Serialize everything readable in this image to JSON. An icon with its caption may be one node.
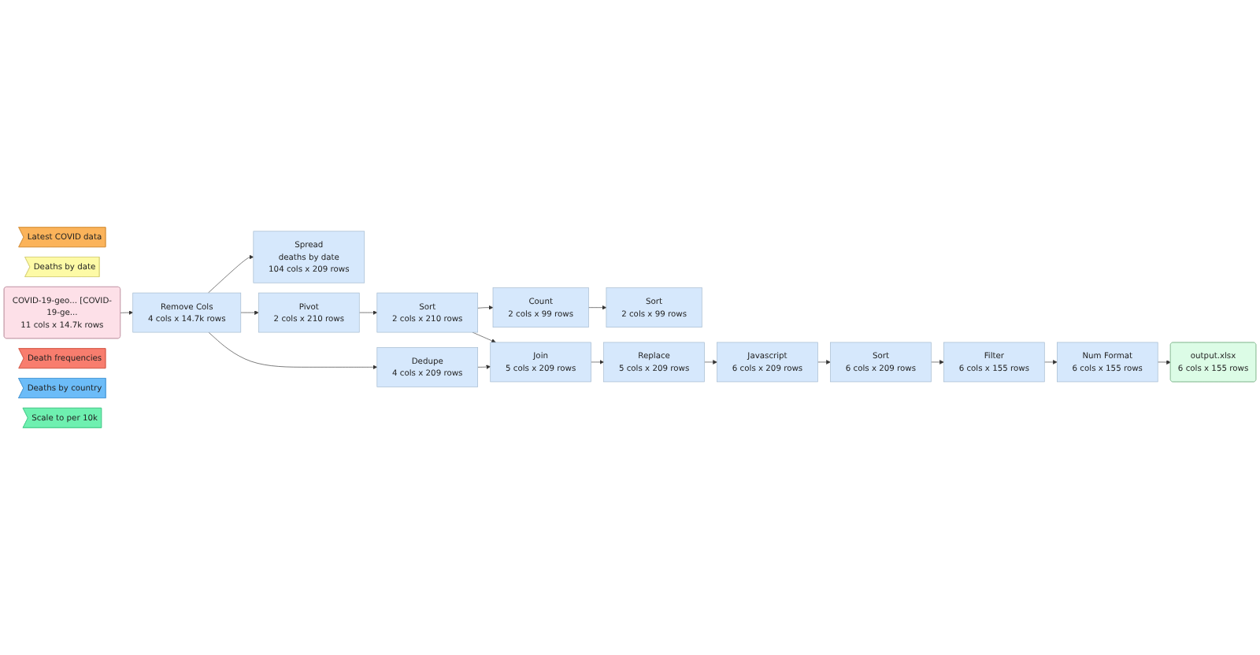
{
  "diagram": {
    "nodes": [
      {
        "text": [
          "Latest COVID data"
        ]
      },
      {
        "text": [
          "Deaths by date"
        ]
      },
      {
        "text": [
          "COVID-19-geo... [COVID-19-ge...",
          "11 cols x 14.7k rows"
        ]
      },
      {
        "text": [
          "Remove Cols",
          "4 cols x 14.7k rows"
        ]
      },
      {
        "text": [
          "Spread",
          "deaths by date",
          "104 cols x 209 rows"
        ]
      },
      {
        "text": [
          "Pivot",
          "2 cols x 210 rows"
        ]
      },
      {
        "text": [
          "Sort",
          "2 cols x 210 rows"
        ]
      },
      {
        "text": [
          "Count",
          "2 cols x 99 rows"
        ]
      },
      {
        "text": [
          "Sort",
          "2 cols x 99 rows"
        ]
      },
      {
        "text": [
          "Death frequencies"
        ]
      },
      {
        "text": [
          "Dedupe",
          "4 cols x 209 rows"
        ]
      },
      {
        "text": [
          "Join",
          "5 cols x 209 rows"
        ]
      },
      {
        "text": [
          "Replace",
          "5 cols x 209 rows"
        ]
      },
      {
        "text": [
          "Javascript",
          "6 cols x 209 rows"
        ]
      },
      {
        "text": [
          "Sort",
          "6 cols x 209 rows"
        ]
      },
      {
        "text": [
          "Filter",
          "6 cols x 155 rows"
        ]
      },
      {
        "text": [
          "Num Format",
          "6 cols x 155 rows"
        ]
      },
      {
        "text": [
          "output.xlsx",
          "6 cols x 155 rows"
        ]
      },
      {
        "text": [
          "Deaths by country"
        ]
      },
      {
        "text": [
          "Scale to per 10k"
        ]
      }
    ],
    "edges": [
      {
        "from": 2,
        "to": 3,
        "arrow": "to"
      },
      {
        "from": 3,
        "to": 4,
        "arrow": "to"
      },
      {
        "from": 3,
        "to": 5,
        "arrow": "to"
      },
      {
        "from": 3,
        "to": 10,
        "arrow": "to"
      },
      {
        "from": 5,
        "to": 6,
        "arrow": "to"
      },
      {
        "from": 6,
        "to": 7,
        "arrow": "to"
      },
      {
        "from": 7,
        "to": 8,
        "arrow": "to"
      },
      {
        "from": 6,
        "to": 11,
        "arrow": "to"
      },
      {
        "from": 10,
        "to": 11,
        "arrow": "to"
      },
      {
        "from": 11,
        "to": 12,
        "arrow": "to"
      },
      {
        "from": 12,
        "to": 13,
        "arrow": "to"
      },
      {
        "from": 13,
        "to": 14,
        "arrow": "to"
      },
      {
        "from": 14,
        "to": 15,
        "arrow": "to"
      },
      {
        "from": 15,
        "to": 16,
        "arrow": "to"
      },
      {
        "from": 16,
        "to": 17,
        "arrow": "to"
      }
    ]
  }
}
